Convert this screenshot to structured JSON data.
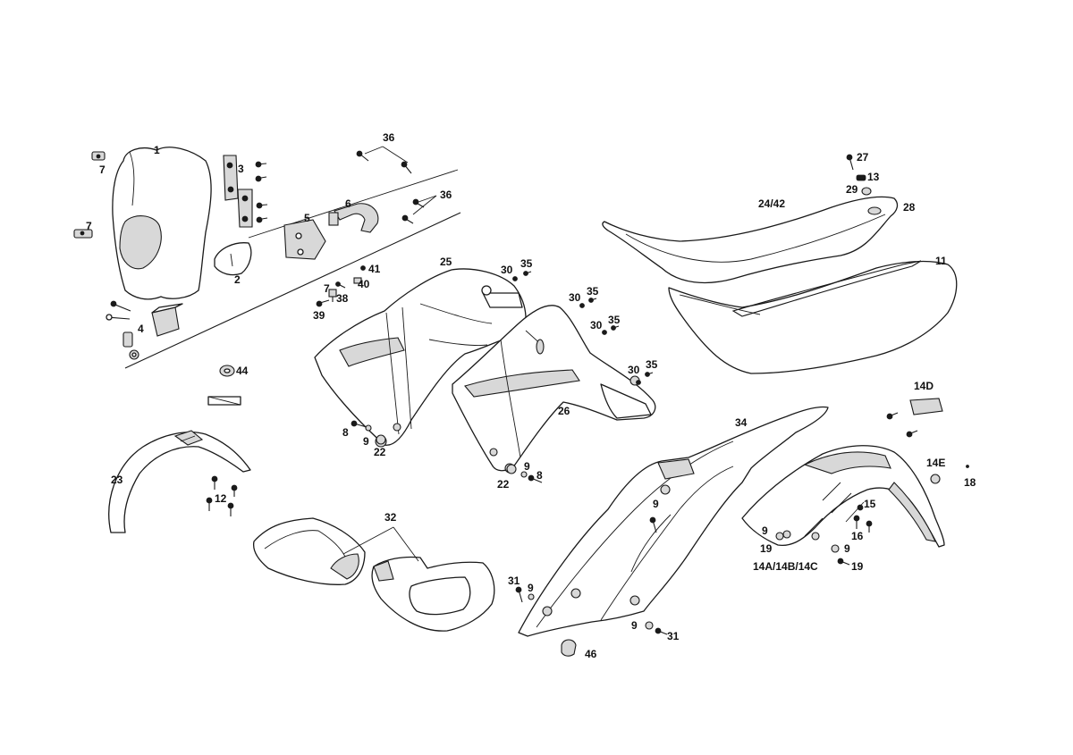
{
  "parts": [
    {
      "id": "headlight-mask",
      "label": "1"
    },
    {
      "id": "bracket-2",
      "label": "2"
    },
    {
      "id": "plate-3",
      "label": "3"
    },
    {
      "id": "item-4",
      "label": "4"
    },
    {
      "id": "bracket-5",
      "label": "5"
    },
    {
      "id": "clamp-6",
      "label": "6"
    },
    {
      "id": "clip-7a",
      "label": "7"
    },
    {
      "id": "clip-7b",
      "label": "7"
    },
    {
      "id": "screw-36a",
      "label": "36"
    },
    {
      "id": "screw-36b",
      "label": "36"
    },
    {
      "id": "seat",
      "label": "24/42"
    },
    {
      "id": "seat-base",
      "label": "11"
    },
    {
      "id": "screw-27",
      "label": "27"
    },
    {
      "id": "item-13",
      "label": "13"
    },
    {
      "id": "item-29",
      "label": "29"
    },
    {
      "id": "item-28",
      "label": "28"
    },
    {
      "id": "shroud-left",
      "label": "25"
    },
    {
      "id": "shroud-right",
      "label": "26"
    },
    {
      "id": "item-30a",
      "label": "30"
    },
    {
      "id": "item-35a",
      "label": "35"
    },
    {
      "id": "item-30b",
      "label": "30"
    },
    {
      "id": "item-35b",
      "label": "35"
    },
    {
      "id": "item-30c",
      "label": "30"
    },
    {
      "id": "item-35c",
      "label": "35"
    },
    {
      "id": "item-30d",
      "label": "30"
    },
    {
      "id": "item-35d",
      "label": "35"
    },
    {
      "id": "item-41",
      "label": "41"
    },
    {
      "id": "item-40",
      "label": "40"
    },
    {
      "id": "item-7c",
      "label": "7"
    },
    {
      "id": "item-38",
      "label": "38"
    },
    {
      "id": "item-39",
      "label": "39"
    },
    {
      "id": "item-44",
      "label": "44"
    },
    {
      "id": "front-fender",
      "label": "23"
    },
    {
      "id": "screws-12",
      "label": "12"
    },
    {
      "id": "screw-8a",
      "label": "8"
    },
    {
      "id": "washer-9a",
      "label": "9"
    },
    {
      "id": "item-22a",
      "label": "22"
    },
    {
      "id": "item-9b",
      "label": "9"
    },
    {
      "id": "screw-8b",
      "label": "8"
    },
    {
      "id": "item-22b",
      "label": "22"
    },
    {
      "id": "side-panels",
      "label": "32"
    },
    {
      "id": "rear-frame-cover",
      "label": "34"
    },
    {
      "id": "item-14d",
      "label": "14D"
    },
    {
      "id": "item-14e",
      "label": "14E"
    },
    {
      "id": "item-18",
      "label": "18"
    },
    {
      "id": "washer-9c",
      "label": "9"
    },
    {
      "id": "item-15",
      "label": "15"
    },
    {
      "id": "item-16",
      "label": "16"
    },
    {
      "id": "washer-9d",
      "label": "9"
    },
    {
      "id": "item-19a",
      "label": "19"
    },
    {
      "id": "washer-9e",
      "label": "9"
    },
    {
      "id": "item-19b",
      "label": "19"
    },
    {
      "id": "rear-fender",
      "label": "14A/14B/14C"
    },
    {
      "id": "screw-31a",
      "label": "31"
    },
    {
      "id": "washer-9f",
      "label": "9"
    },
    {
      "id": "washer-9g",
      "label": "9"
    },
    {
      "id": "screw-31b",
      "label": "31"
    },
    {
      "id": "item-46",
      "label": "46"
    }
  ]
}
